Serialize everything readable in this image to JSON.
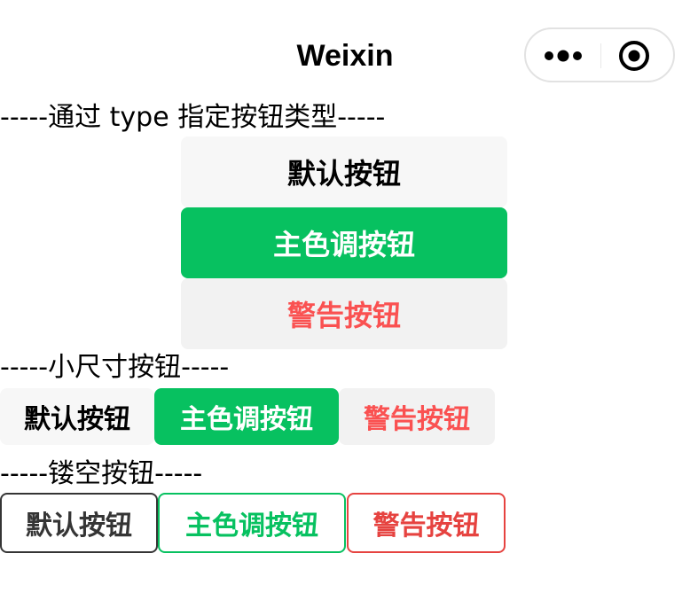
{
  "navbar": {
    "title": "Weixin",
    "more_icon": "more-dots-icon",
    "close_icon": "target-close-icon"
  },
  "sections": {
    "type_heading": "-----通过 type 指定按钮类型-----",
    "small_heading": "-----小尺寸按钮-----",
    "plain_heading": "-----镂空按钮-----"
  },
  "type_buttons": {
    "default": "默认按钮",
    "primary": "主色调按钮",
    "warn": "警告按钮"
  },
  "small_buttons": {
    "default": "默认按钮",
    "primary": "主色调按钮",
    "warn": "警告按钮"
  },
  "plain_buttons": {
    "default": "默认按钮",
    "primary": "主色调按钮",
    "warn": "警告按钮"
  },
  "colors": {
    "primary": "#07c160",
    "warn": "#fa5151",
    "plain_warn": "#e64340",
    "default_bg": "#f7f7f7",
    "plain_default": "#353535"
  }
}
